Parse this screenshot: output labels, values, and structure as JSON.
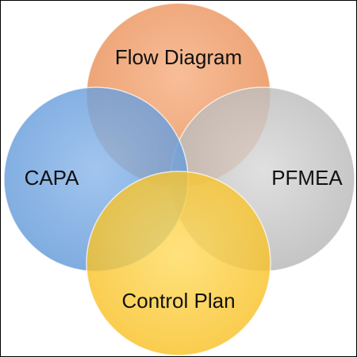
{
  "diagram": {
    "circles": [
      {
        "id": "flow-diagram",
        "label": "Flow Diagram",
        "color": "#F4A06B"
      },
      {
        "id": "pfmea",
        "label": "PFMEA",
        "color": "#C8C8C8"
      },
      {
        "id": "capa",
        "label": "CAPA",
        "color": "#6FA3DE"
      },
      {
        "id": "control-plan",
        "label": "Control Plan",
        "color": "#FFCD33"
      }
    ]
  }
}
